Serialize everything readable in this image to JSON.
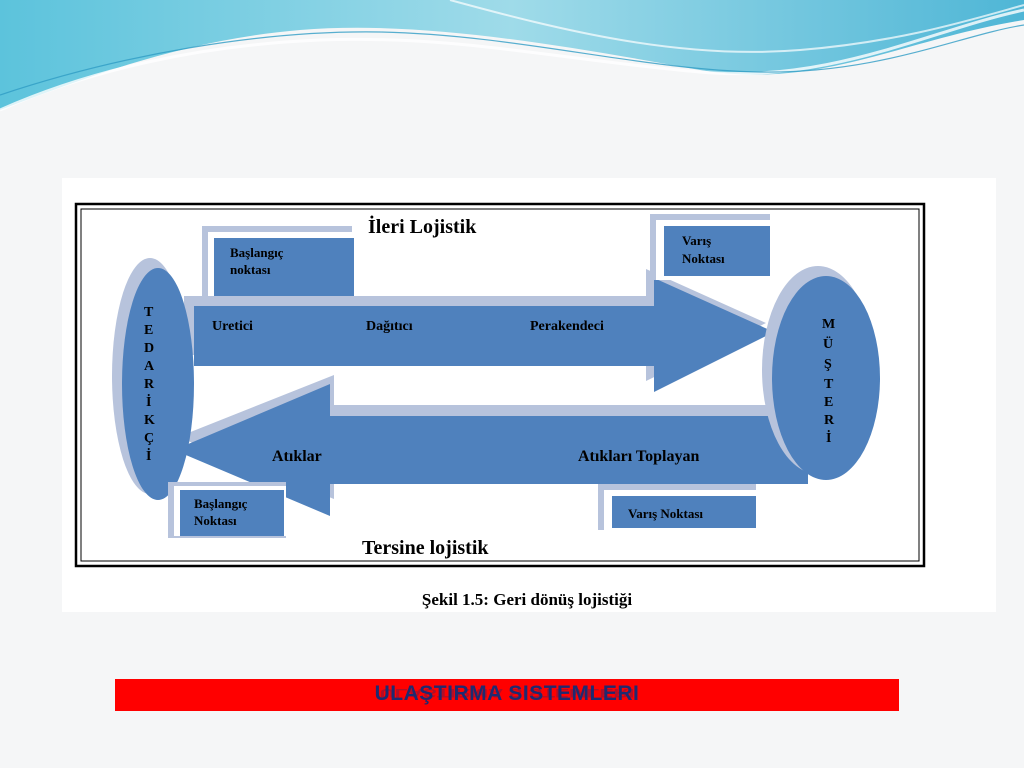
{
  "diagram": {
    "forward_title": "İleri Lojistik",
    "reverse_title": "Tersine lojistik",
    "supplier_letters": [
      "T",
      "E",
      "D",
      "A",
      "R",
      "İ",
      "K",
      "Ç",
      "İ"
    ],
    "customer_letters": [
      "M",
      "Ü",
      "Ş",
      "T",
      "E",
      "R",
      "İ"
    ],
    "forward_start_box": [
      "Başlangıç",
      "noktası"
    ],
    "forward_end_box": [
      "Varış",
      "Noktası"
    ],
    "reverse_start_box": [
      "Başlangıç",
      "Noktası"
    ],
    "reverse_end_box": "Varış Noktası",
    "forward_stages": [
      "Uretici",
      "Dağıtıcı",
      "Perakendeci"
    ],
    "reverse_stages": [
      "Atıklar",
      "Atıkları Toplayan"
    ],
    "accent_color": "#4f81bd",
    "shadow_color": "#b7c3dc"
  },
  "caption": "Şekil 1.5: Geri dönüş lojistiği",
  "slide_title": "ULAŞTIRMA SISTEMLERI"
}
